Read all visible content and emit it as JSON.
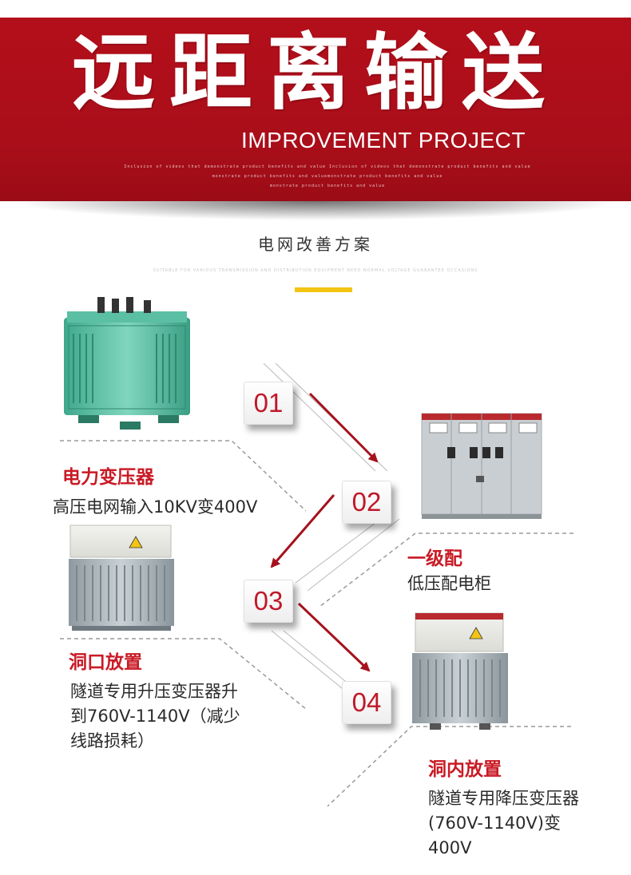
{
  "banner": {
    "title": "远距离输送",
    "subtitle": "IMPROVEMENT PROJECT",
    "fine_lines": [
      "Inclusion of videos that demonstrate product benefits and value Inclusion of videos that demonstrate product benefits and value",
      "monstrate product benefits and valuemonstrate product benefits and value",
      "monstrate product benefits and value"
    ]
  },
  "section": {
    "title": "电网改善方案",
    "subtitle": "SUITABLE FOR VARIOUS TRANSMISSION AND DISTRIBUTION EQUIPMENT NEED NORMAL VOLTAGE GUARANTEE OCCASIONS"
  },
  "steps": [
    {
      "num": "01",
      "title": "电力变压器",
      "desc": "高压电网输入10KV变400V"
    },
    {
      "num": "02",
      "title": "一级配",
      "desc": "低压配电柜"
    },
    {
      "num": "03",
      "title": "洞口放置",
      "desc": "隧道专用升压变压器升到760V-1140V（减少线路损耗）"
    },
    {
      "num": "04",
      "title": "洞内放置",
      "desc": "隧道专用降压变压器(760V-1140V)变400V"
    }
  ],
  "colors": {
    "banner_red": "#a90e19",
    "accent_red": "#c91a25",
    "accent_yellow": "#f3c414",
    "transformer_green": "#5fc1a6",
    "cabinet_gray": "#cfd3d6"
  }
}
